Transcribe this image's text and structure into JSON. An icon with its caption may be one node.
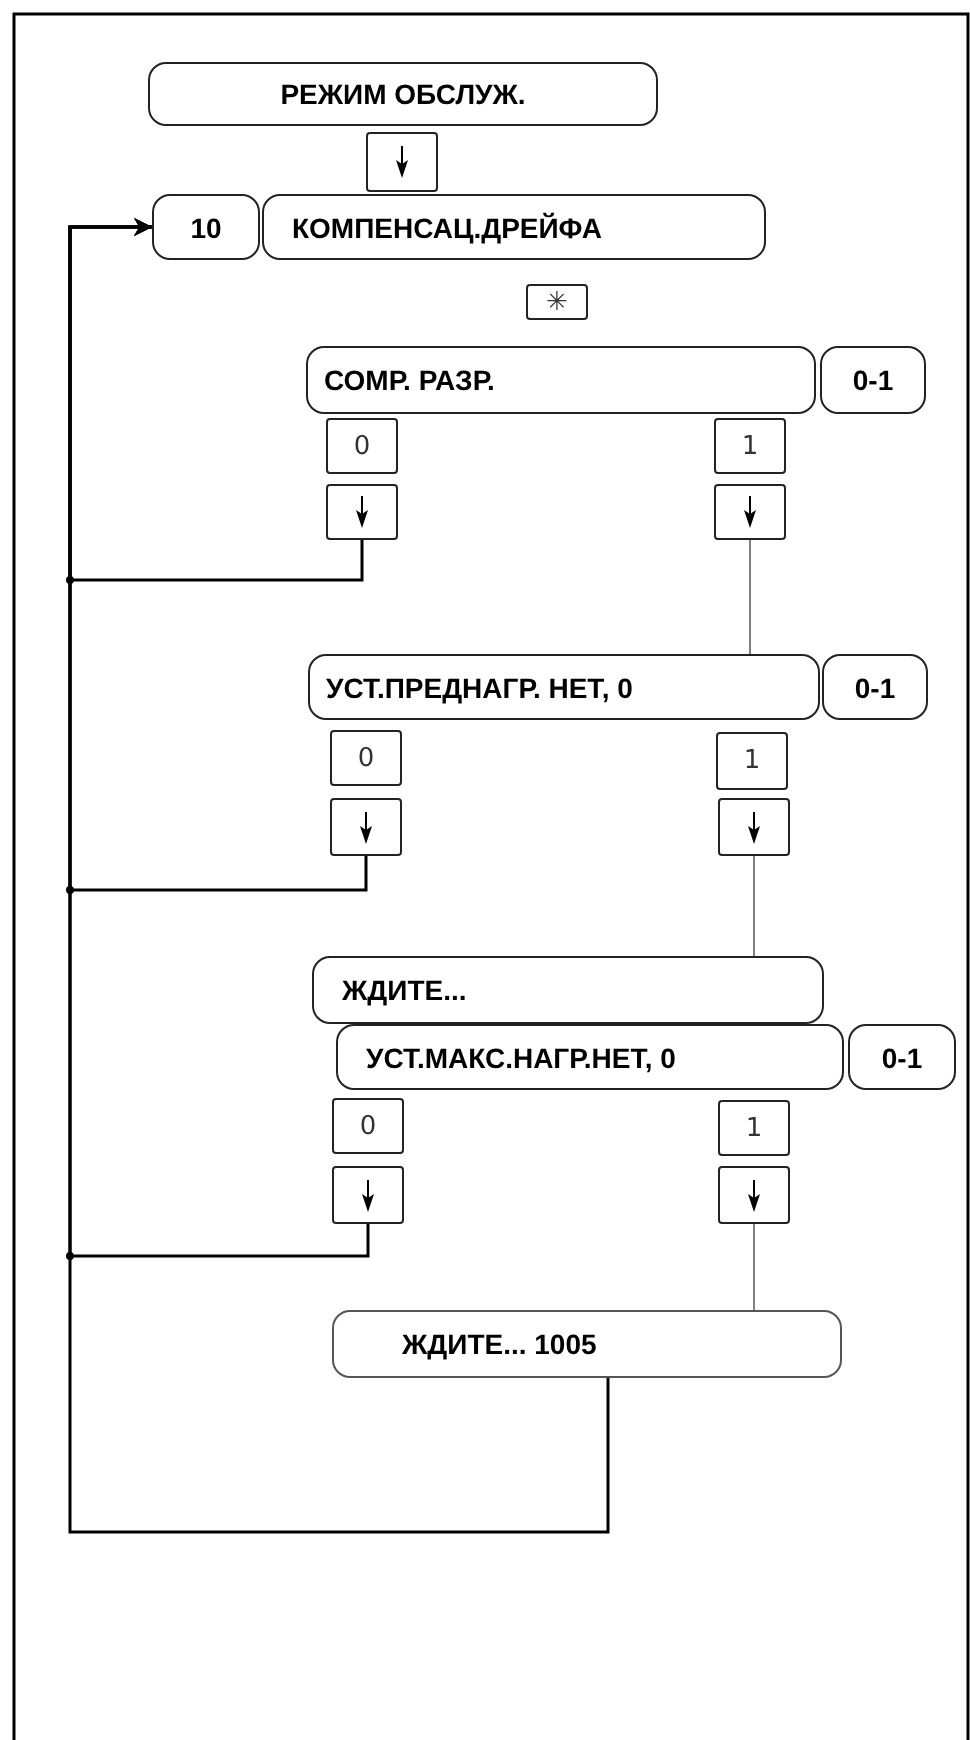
{
  "diagram": {
    "nodes": [
      {
        "text": [
          "РЕЖИМ ОБСЛУЖ."
        ]
      },
      {
        "text": [],
        "shape": "box"
      },
      {
        "text": [
          "10"
        ]
      },
      {
        "text": [
          "КОМПЕНСАЦ.ДРЕЙФА"
        ]
      },
      {
        "text": [
          "✳"
        ]
      },
      {
        "text": [
          "СОМР. РАЗР."
        ]
      },
      {
        "text": [
          "0-1"
        ]
      },
      {
        "text": [
          "0"
        ]
      },
      {
        "text": [],
        "shape": "box"
      },
      {
        "text": [
          "1"
        ]
      },
      {
        "text": [],
        "shape": "box"
      },
      {
        "text": [
          "УСТ.ПРЕДНАГР. НЕТ, 0"
        ]
      },
      {
        "text": [
          "0-1"
        ]
      },
      {
        "text": [
          "0"
        ]
      },
      {
        "text": [],
        "shape": "box"
      },
      {
        "text": [
          "1"
        ]
      },
      {
        "text": [],
        "shape": "box"
      },
      {
        "text": [
          "ЖДИТЕ..."
        ]
      },
      {
        "text": [
          "УСТ.МАКС.НАГР.НЕТ, 0"
        ]
      },
      {
        "text": [
          "0-1"
        ]
      },
      {
        "text": [
          "0"
        ]
      },
      {
        "text": [],
        "shape": "box"
      },
      {
        "text": [
          "1"
        ]
      },
      {
        "text": [],
        "shape": "box"
      },
      {
        "text": [
          "ЖДИТЕ... 1005"
        ]
      }
    ],
    "edges": [
      {
        "from": 8,
        "to": 2,
        "arrow": "to"
      },
      {
        "from": 14,
        "to": 2,
        "arrow": "to"
      },
      {
        "from": 21,
        "to": 2,
        "arrow": "to"
      },
      {
        "from": 24,
        "to": 2,
        "arrow": "to"
      },
      {
        "from": 10,
        "to": 11,
        "arrow": "none",
        "color": "#808080"
      },
      {
        "from": 16,
        "to": 17,
        "arrow": "none",
        "color": "#808080"
      },
      {
        "from": 23,
        "to": 24,
        "arrow": "none",
        "color": "#808080"
      }
    ]
  }
}
